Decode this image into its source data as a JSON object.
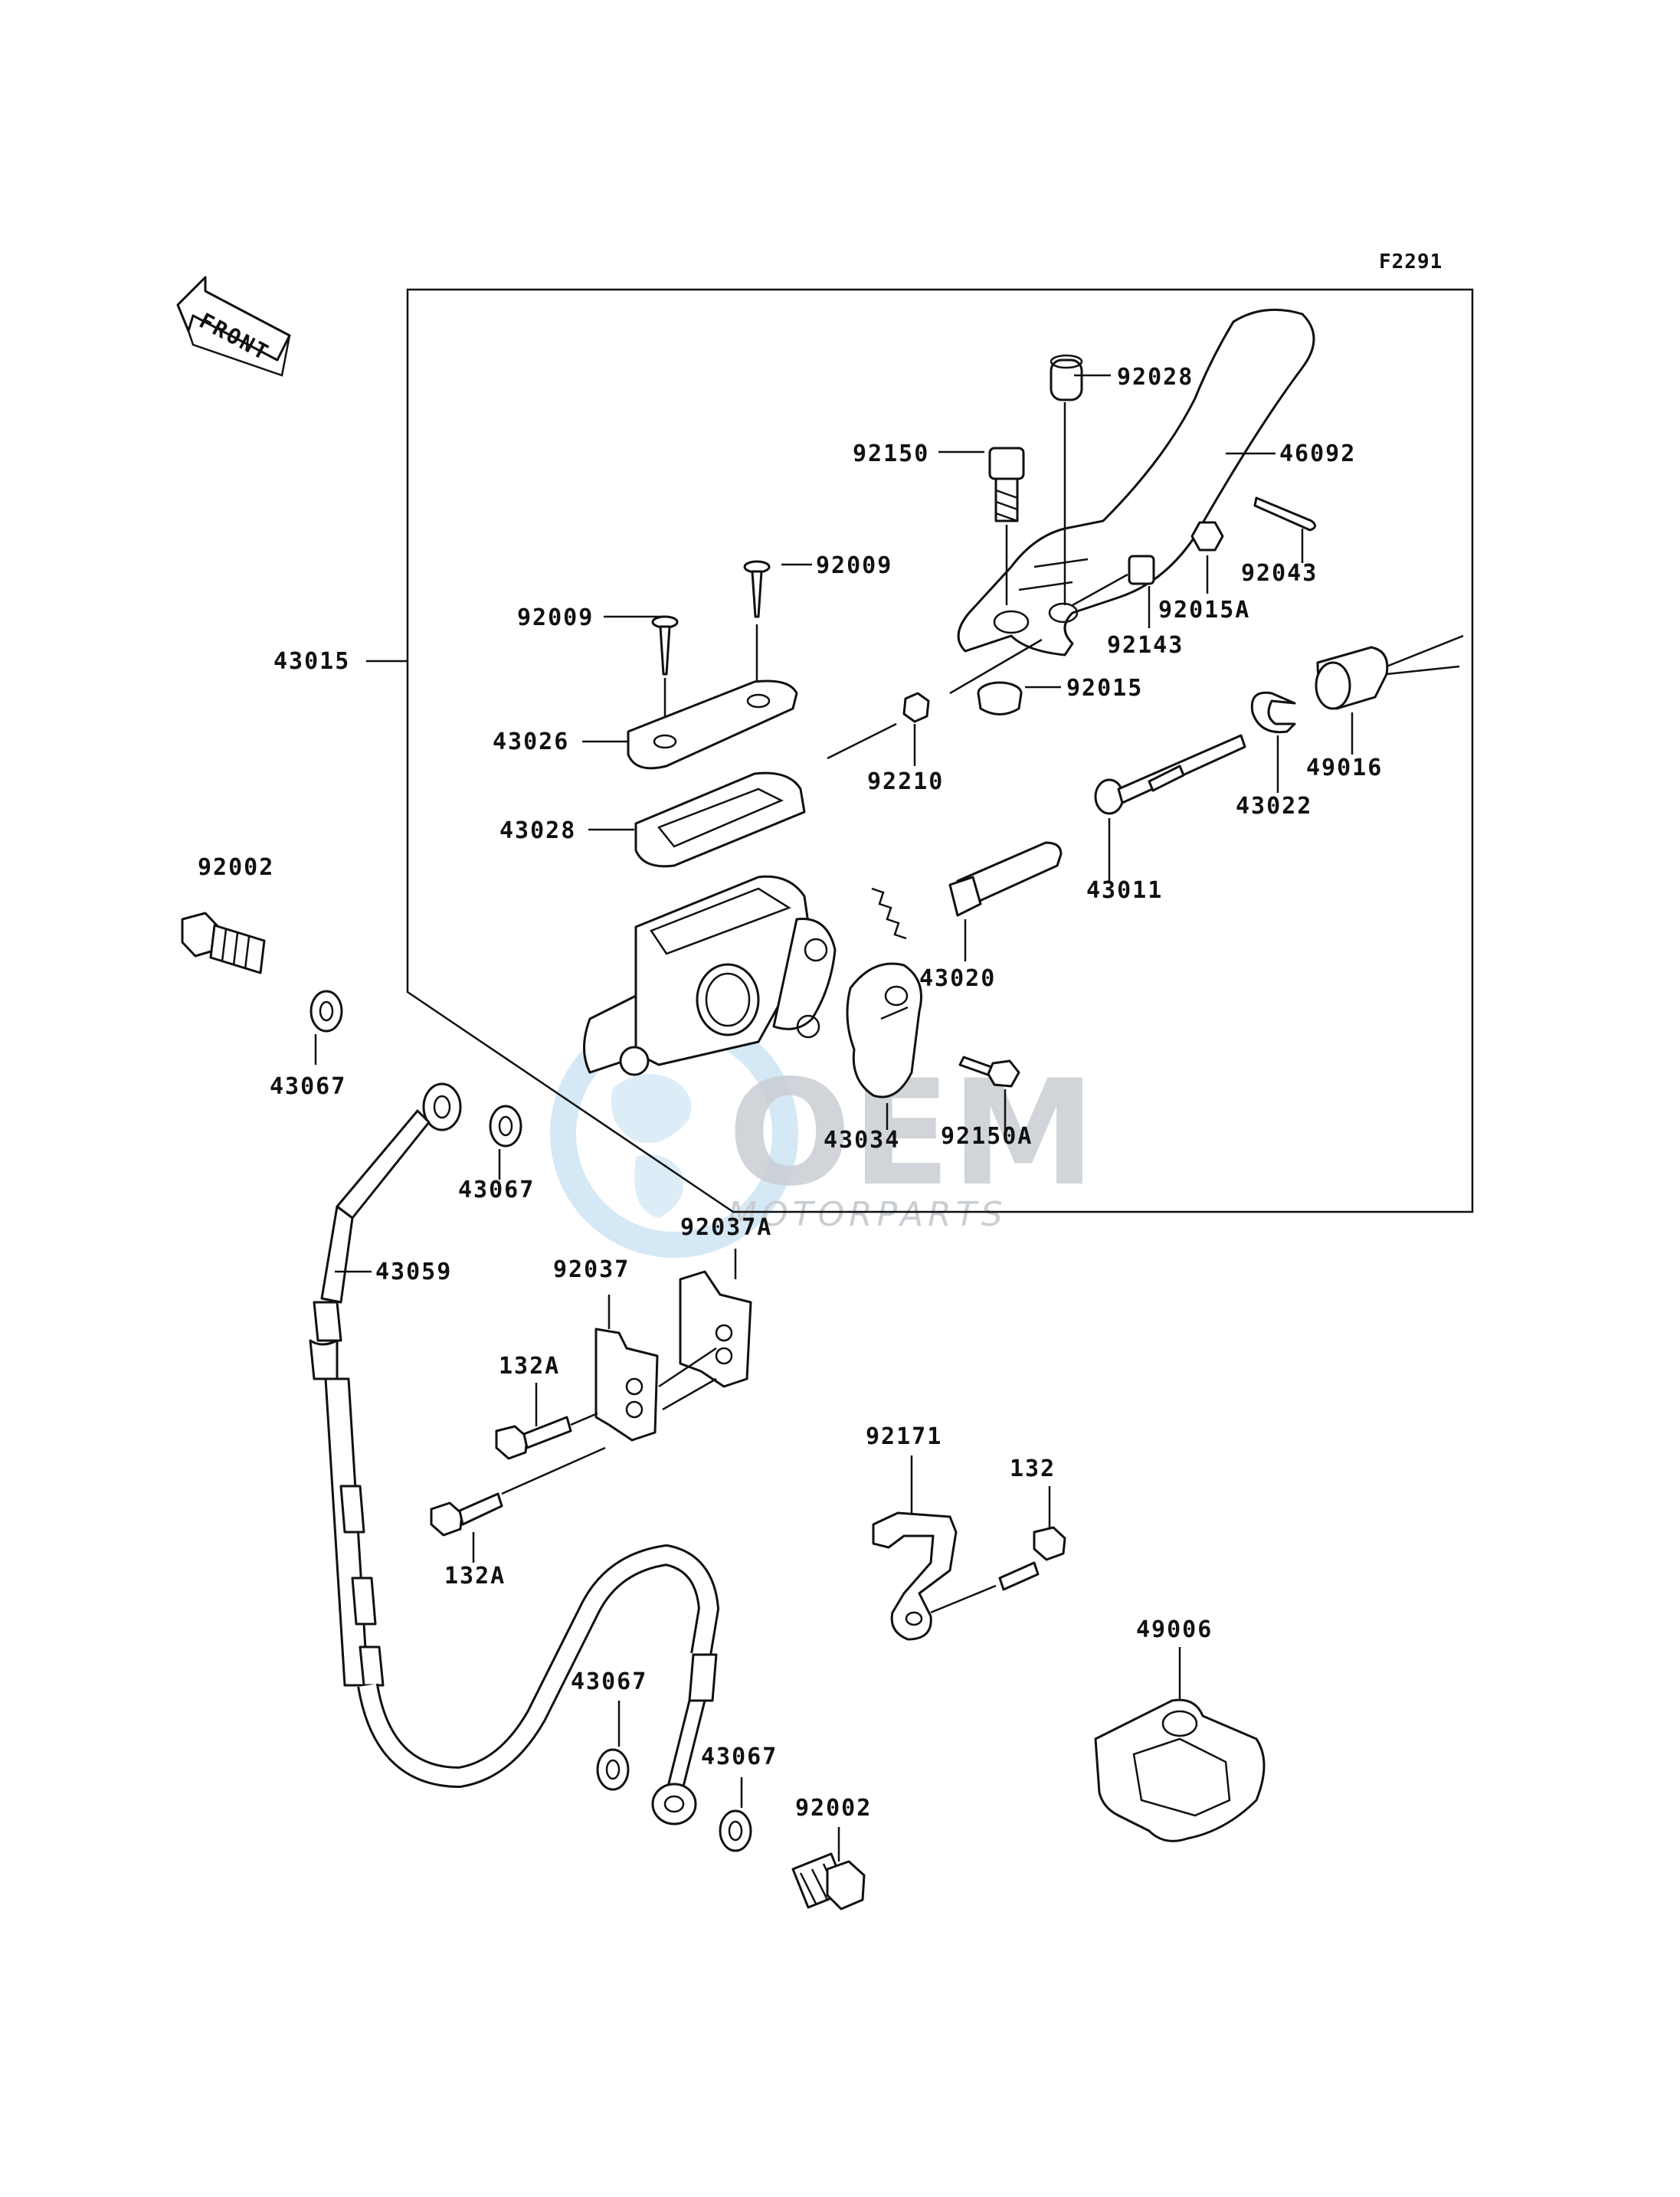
{
  "diagram": {
    "code": "F2291",
    "front_label": "FRONT",
    "watermark": {
      "brand": "OEM",
      "sub": "MOTORPARTS"
    },
    "parts": {
      "p43015": "43015",
      "p92028": "92028",
      "p92150": "92150",
      "p46092": "46092",
      "p92009a": "92009",
      "p92009b": "92009",
      "p92043": "92043",
      "p92015A": "92015A",
      "p92143": "92143",
      "p92015": "92015",
      "p43026": "43026",
      "p92210": "92210",
      "p49016": "49016",
      "p43022": "43022",
      "p43028": "43028",
      "p43011": "43011",
      "p92002a": "92002",
      "p43020": "43020",
      "p43067a": "43067",
      "p43034": "43034",
      "p92150A": "92150A",
      "p43067b": "43067",
      "p92037A": "92037A",
      "p43059": "43059",
      "p92037": "92037",
      "p132Aa": "132A",
      "p92171": "92171",
      "p132": "132",
      "p132Ab": "132A",
      "p49006": "49006",
      "p43067c": "43067",
      "p43067d": "43067",
      "p92002b": "92002"
    }
  }
}
